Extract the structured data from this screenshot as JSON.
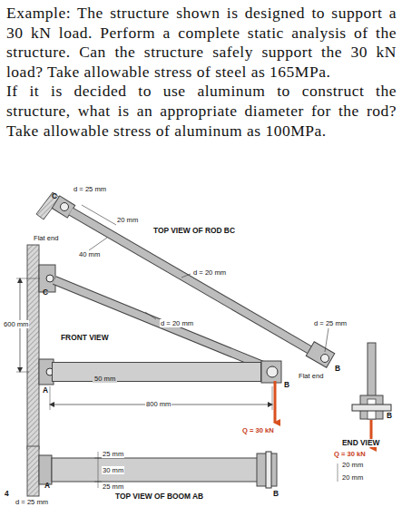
{
  "diagram": {
    "nodes": [
      {
        "text": [
          "50 mm"
        ]
      }
    ],
    "labels": [
      "Example: The structure shown is designed to support a 30 kN load. Perform a complete static analysis of the structure. Can the structure safely support the 30 kN load? Take allowable stress of steel as 165MPa.",
      "If it is decided to use aluminum to construct the structure, what is an appropriate diameter for the rod? Take allowable stress of aluminum as 100MPa.",
      "d = 25 mm",
      "C",
      "20 mm",
      "TOP VIEW OF ROD BC",
      "Flat end",
      "40 mm",
      "d = 20 mm",
      "C",
      "d = 20 mm",
      "d = 25 mm",
      "600 mm",
      "FRONT VIEW",
      "B",
      "Flat end",
      "A",
      "B",
      "800 mm",
      "Q = 30 kN",
      "Q = 30 kN",
      "B",
      "END VIEW",
      "20 mm",
      "20 mm",
      "25 mm",
      "30 mm",
      "25 mm",
      "A",
      "B",
      "TOP VIEW OF BOOM AB",
      "d = 25 mm",
      "4"
    ]
  }
}
